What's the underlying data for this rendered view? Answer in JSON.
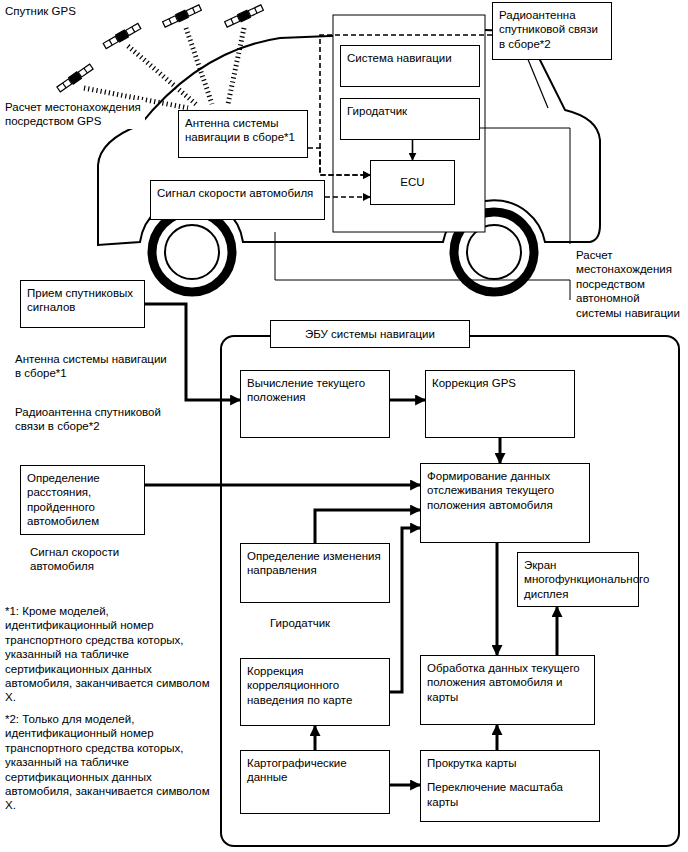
{
  "diagram": {
    "nodes": [
      {
        "text": [
          "Радиоантенна спутниковой связи в сборе*2"
        ]
      },
      {
        "text": [
          "Система навигации"
        ]
      },
      {
        "text": [
          "Антенна системы навигации в сборе*1"
        ]
      },
      {
        "text": [
          "Гиродатчик"
        ]
      },
      {
        "text": [
          "ECU"
        ]
      },
      {
        "text": [
          "Сигнал скорости автомобиля"
        ]
      },
      {
        "text": [
          "Прием спутниковых сигналов"
        ]
      },
      {
        "text": [
          "ЭБУ системы навигации"
        ]
      },
      {
        "text": [
          "Вычисление текущего положения"
        ],
        "in": 7
      },
      {
        "text": [
          "Коррекция GPS"
        ],
        "in": 7
      },
      {
        "text": [
          "Определение расстояния, пройденного автомобилем"
        ]
      },
      {
        "text": [
          "Формирование данных отслеживания текущего положения автомобиля"
        ],
        "in": 7
      },
      {
        "text": [
          "Определение изменения направления"
        ],
        "in": 7
      },
      {
        "text": [
          "Экран многофункционального дисплея"
        ],
        "in": 7
      },
      {
        "text": [
          "Коррекция корреляционного наведения по карте"
        ],
        "in": 7
      },
      {
        "text": [
          "Обработка данных текущего положения автомобиля и карты"
        ],
        "in": 7
      },
      {
        "text": [
          "Картографические данные"
        ],
        "in": 7
      },
      {
        "text": [
          "Прокрутка карты",
          "Переключение масштаба карты"
        ],
        "in": 7
      }
    ],
    "edges": [
      {
        "from": 0,
        "to": 4,
        "arrow": "to"
      },
      {
        "from": 2,
        "to": 4,
        "arrow": "to"
      },
      {
        "from": 5,
        "to": 4,
        "arrow": "to"
      },
      {
        "from": 3,
        "to": 4,
        "arrow": "to"
      },
      {
        "from": 6,
        "to": 8,
        "arrow": "to"
      },
      {
        "from": 8,
        "to": 9,
        "arrow": "to"
      },
      {
        "from": 9,
        "to": 11,
        "arrow": "to"
      },
      {
        "from": 10,
        "to": 11,
        "arrow": "to"
      },
      {
        "from": 12,
        "to": 11,
        "arrow": "to"
      },
      {
        "from": 14,
        "to": 11,
        "arrow": "to"
      },
      {
        "from": 11,
        "to": 15,
        "arrow": "to"
      },
      {
        "from": 15,
        "to": 13,
        "arrow": "to"
      },
      {
        "from": 16,
        "to": 14,
        "arrow": "to"
      },
      {
        "from": 16,
        "to": 17,
        "arrow": "to"
      },
      {
        "from": 17,
        "to": 15,
        "arrow": "to"
      }
    ],
    "labels": [
      "Спутник GPS",
      "Расчет местонахождения посредством GPS",
      "Расчет местонахождения посредством автономной системы навигации",
      "Антенна системы навигации в сборе*1",
      "Радиоантенна спутниковой связи в сборе*2",
      "Сигнал скорости автомобиля",
      "Гиродатчик",
      "*1: Кроме моделей, идентификационный номер транспортного средства которых, указанный на табличке сертификационных данных автомобиля, заканчивается символом X.",
      "*2: Только для моделей, идентификационный номер транспортного средства которых, указанный на табличке сертификационных данных автомобиля, заканчивается символом X."
    ]
  }
}
